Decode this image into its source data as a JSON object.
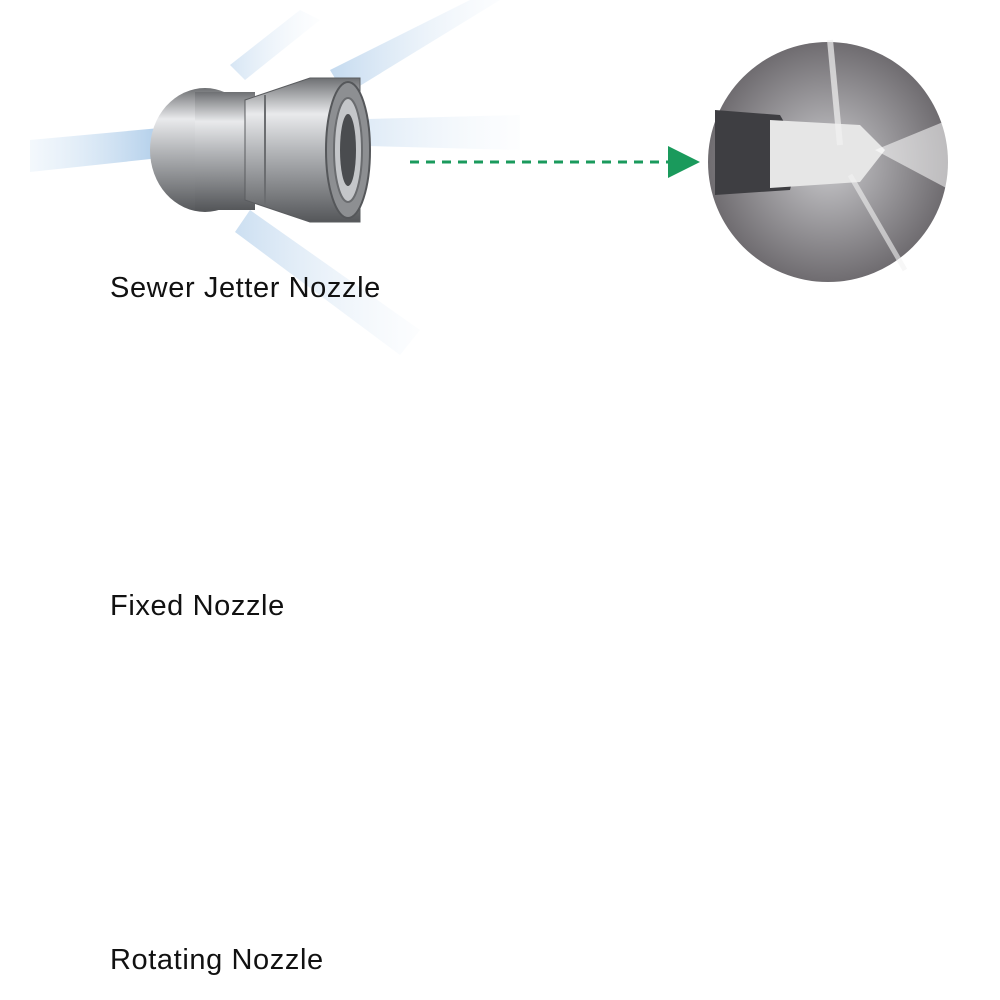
{
  "nozzles": [
    {
      "label": "Sewer Jetter Nozzle",
      "icon": "sewer-jetter-nozzle-icon",
      "arrow_color": "#1a9a5c"
    },
    {
      "label": "Fixed Nozzle",
      "icon": "fixed-nozzle-icon",
      "arrow_color": "#1a9a5c"
    },
    {
      "label": "Rotating Nozzle",
      "icon": "rotating-nozzle-icon",
      "arrow_color": "#1a9a5c"
    }
  ],
  "colors": {
    "arrow": "#1a9a5c",
    "spray": "#bcd6ee",
    "steel": "#a8aaae",
    "brass": "#c9a54e"
  }
}
